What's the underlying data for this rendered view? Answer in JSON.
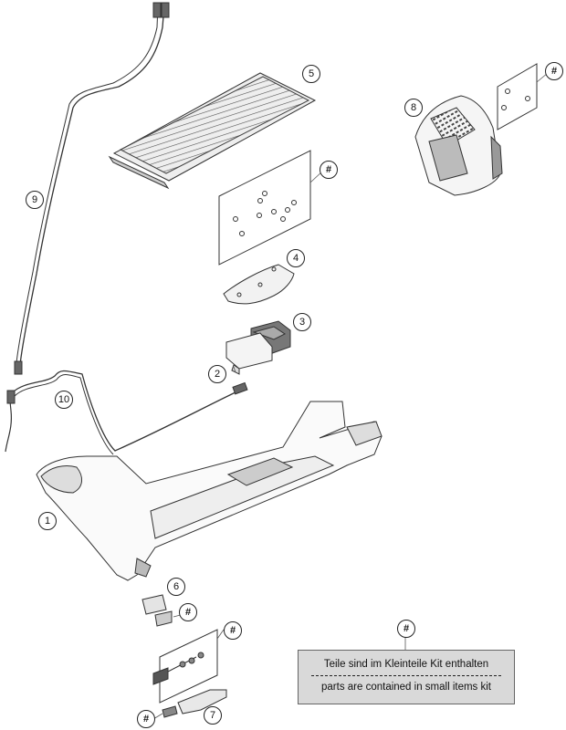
{
  "callouts": {
    "c1": "1",
    "c2": "2",
    "c3": "3",
    "c4": "4",
    "c5": "5",
    "c6": "6",
    "c7": "7",
    "c8": "8",
    "c9": "9",
    "c10": "10",
    "hash": "#"
  },
  "note": {
    "line_de": "Teile sind im Kleinteile Kit enthalten",
    "line_en": "parts are contained in small items kit"
  }
}
